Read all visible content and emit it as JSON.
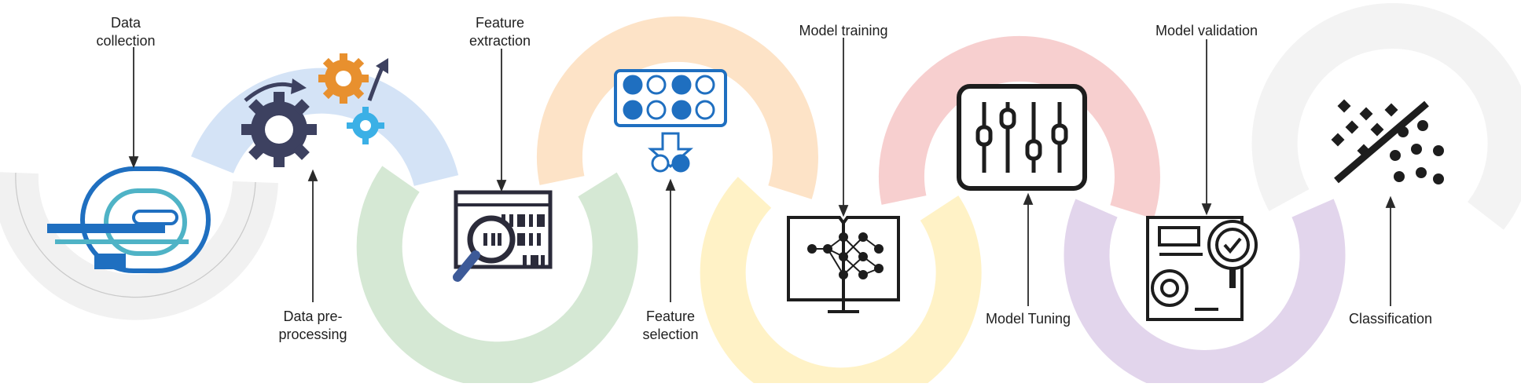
{
  "steps": [
    {
      "key": "collection",
      "label_lines": [
        "Data",
        "collection"
      ],
      "ring_color": "#f1f1f1",
      "icon": "mri-scanner-icon"
    },
    {
      "key": "preprocessing",
      "label_lines": [
        "Data pre-",
        "processing"
      ],
      "ring_color": "#d4e3f6",
      "icon": "gears-icon"
    },
    {
      "key": "extraction",
      "label_lines": [
        "Feature",
        "extraction"
      ],
      "ring_color": "#d5e8d4",
      "icon": "code-magnifier-icon"
    },
    {
      "key": "selection",
      "label_lines": [
        "Feature",
        "selection"
      ],
      "ring_color": "#fde3c7",
      "icon": "feature-selection-icon"
    },
    {
      "key": "training",
      "label_lines": [
        "Model training"
      ],
      "ring_color": "#fff2c6",
      "icon": "neural-book-icon"
    },
    {
      "key": "tuning",
      "label_lines": [
        "Model Tuning"
      ],
      "ring_color": "#f7cfcf",
      "icon": "sliders-icon"
    },
    {
      "key": "validation",
      "label_lines": [
        "Model validation"
      ],
      "ring_color": "#e2d5ec",
      "icon": "validation-icon"
    },
    {
      "key": "classification",
      "label_lines": [
        "Classification"
      ],
      "ring_color": "#f3f3f3",
      "icon": "classification-icon"
    }
  ],
  "colors": {
    "ring_stroke": "#bdbdbd",
    "icon_dark": "#222222",
    "icon_blue": "#1f6fc0",
    "gear_orange": "#e8902e",
    "gear_cyan": "#3bb0e6",
    "gear_navy": "#3d4160"
  }
}
